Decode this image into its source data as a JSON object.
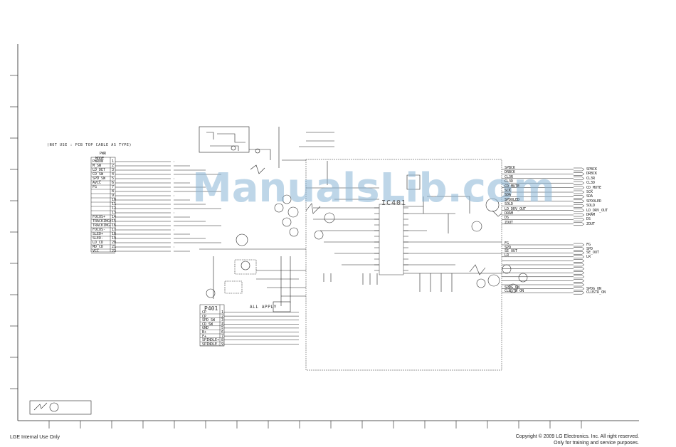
{
  "footer": {
    "left": "LGE Internal Use Only",
    "copyright": "Copyright © 2009 LG Electronics. Inc. All right reserved.",
    "purpose": "Only for training and service purposes."
  },
  "watermark": "ManualsLib.com",
  "schematic": {
    "note": "(NOT USE : PCB TOP CABLE AS TYPE)",
    "ic_label": "IC401",
    "connector_label": "P401",
    "all_apply_label": "ALL APPLY",
    "left_header": "PWR",
    "left_column_title": "MODE",
    "left_pins": [
      "PWRON",
      "M_SW",
      "LD_DET",
      "CD_SW",
      "SPD_SW",
      "AVCC",
      "FG",
      "",
      "",
      "",
      "",
      "",
      "",
      "FOCUS+",
      "TRACKING+",
      "TRACKING-",
      "FOCUS-",
      "SLED+",
      "SLED-",
      "LD_CD",
      "MD_CD",
      "VCC"
    ],
    "left_pin_numbers": [
      "1",
      "2",
      "3",
      "4",
      "5",
      "6",
      "7",
      "8",
      "9",
      "10",
      "11",
      "12",
      "13",
      "14",
      "15",
      "16",
      "17",
      "18",
      "19",
      "20",
      "21",
      "22"
    ],
    "p401_pins": [
      "CP",
      "CP",
      "SPD_SW",
      "CD_SW",
      "GND",
      "B+",
      "F+",
      "SPINDLE+",
      "SPINDLE-"
    ],
    "p401_nums": [
      "1",
      "2",
      "3",
      "4",
      "5",
      "6",
      "7",
      "8",
      "9"
    ],
    "right_top_signals": [
      "SPBCK",
      "DRBCK",
      "CL3R",
      "CL3D",
      "CD_MUTE",
      "SCK",
      "SDA",
      "SPDOLED",
      "SOLD",
      "LD_DRV_OUT",
      "DRAM",
      "DS",
      "ZOUT"
    ],
    "right_bottom_signals": [
      "FG",
      "SPD",
      "SE_OUT",
      "LR",
      "",
      "",
      "",
      "",
      "",
      "",
      "",
      "SPDG_ON",
      "CLUSTR_ON"
    ]
  }
}
